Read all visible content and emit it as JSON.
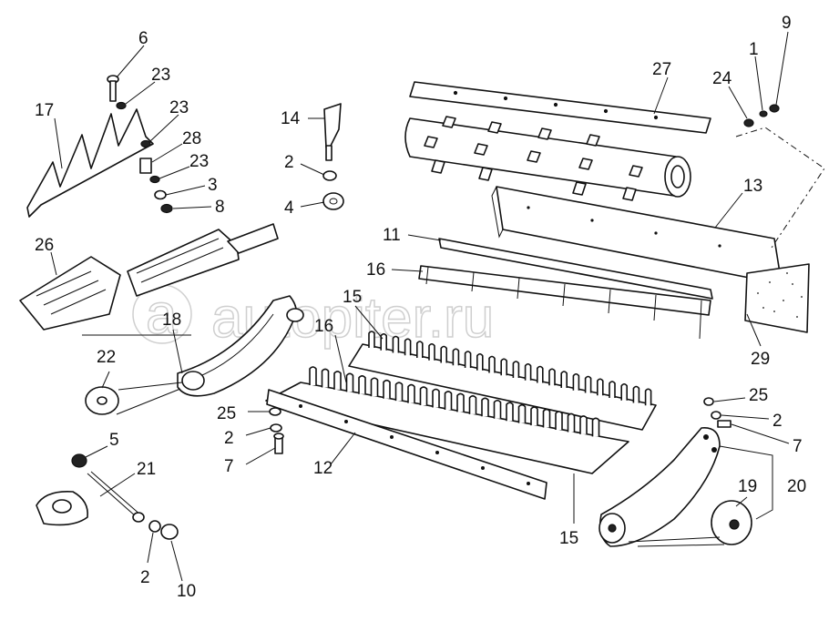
{
  "watermark": "autopiter.ru",
  "callouts": [
    {
      "id": "c6",
      "label": "6"
    },
    {
      "id": "c23a",
      "label": "23"
    },
    {
      "id": "c17",
      "label": "17"
    },
    {
      "id": "c23b",
      "label": "23"
    },
    {
      "id": "c28",
      "label": "28"
    },
    {
      "id": "c23c",
      "label": "23"
    },
    {
      "id": "c3",
      "label": "3"
    },
    {
      "id": "c8",
      "label": "8"
    },
    {
      "id": "c26",
      "label": "26"
    },
    {
      "id": "c14",
      "label": "14"
    },
    {
      "id": "c2a",
      "label": "2"
    },
    {
      "id": "c4",
      "label": "4"
    },
    {
      "id": "c27",
      "label": "27"
    },
    {
      "id": "c9",
      "label": "9"
    },
    {
      "id": "c1",
      "label": "1"
    },
    {
      "id": "c24",
      "label": "24"
    },
    {
      "id": "c13",
      "label": "13"
    },
    {
      "id": "c11",
      "label": "11"
    },
    {
      "id": "c16a",
      "label": "16"
    },
    {
      "id": "c15a",
      "label": "15"
    },
    {
      "id": "c18",
      "label": "18"
    },
    {
      "id": "c16b",
      "label": "16"
    },
    {
      "id": "c29",
      "label": "29"
    },
    {
      "id": "c22",
      "label": "22"
    },
    {
      "id": "c25a",
      "label": "25"
    },
    {
      "id": "c2b",
      "label": "2"
    },
    {
      "id": "c7a",
      "label": "7"
    },
    {
      "id": "c12",
      "label": "12"
    },
    {
      "id": "c5",
      "label": "5"
    },
    {
      "id": "c21",
      "label": "21"
    },
    {
      "id": "c2c",
      "label": "2"
    },
    {
      "id": "c10",
      "label": "10"
    },
    {
      "id": "c15b",
      "label": "15"
    },
    {
      "id": "c25b",
      "label": "25"
    },
    {
      "id": "c2d",
      "label": "2"
    },
    {
      "id": "c7b",
      "label": "7"
    },
    {
      "id": "c20",
      "label": "20"
    },
    {
      "id": "c19",
      "label": "19"
    }
  ]
}
